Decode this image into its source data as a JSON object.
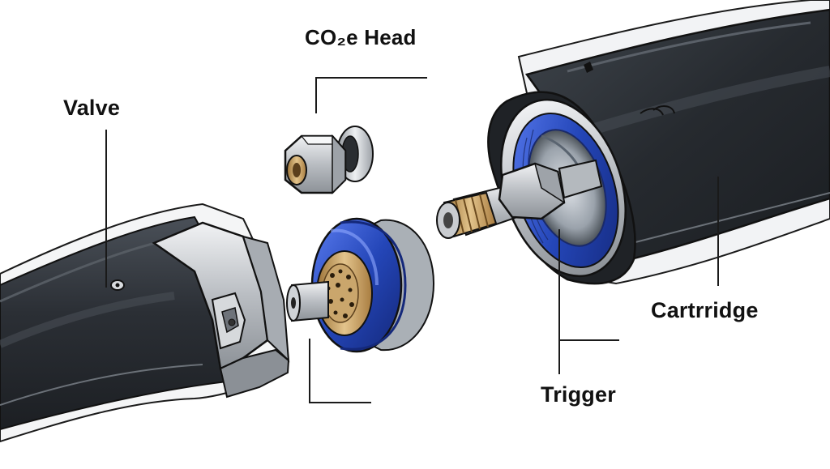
{
  "labels": {
    "co2_head": "CO₂e Head",
    "valve": "Valve",
    "cartridge": "Cartrridge",
    "trigger": "Trigger"
  },
  "colors": {
    "tube_dark": "#2a2e33",
    "tube_mid": "#3c4147",
    "chrome": "#c9ccd0",
    "seal_blue": "#2446b8",
    "brass": "#c8a064",
    "line": "#1a1a1a"
  }
}
